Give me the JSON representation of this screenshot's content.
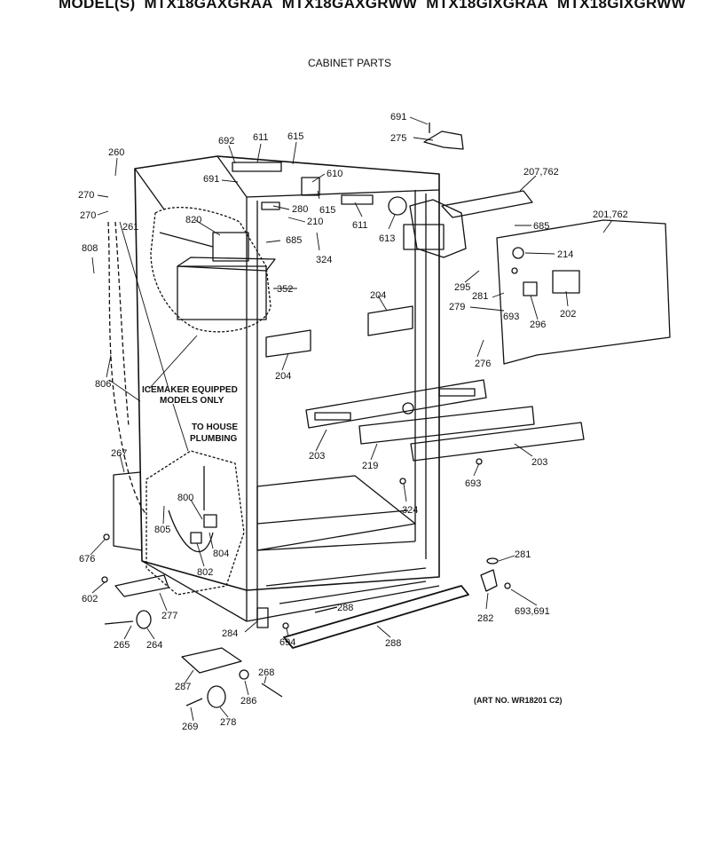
{
  "header": {
    "models_prefix": "MODEL(S)",
    "models": [
      "MTX18GAXGRAA",
      "MTX18GAXGRWW",
      "MTX18GIXGRAA",
      "MTX18GIXGRWW"
    ]
  },
  "section_title": "CABINET PARTS",
  "notes": {
    "icemaker_line1": "ICEMAKER EQUIPPED",
    "icemaker_line2": "MODELS ONLY",
    "plumbing_line1": "TO HOUSE",
    "plumbing_line2": "PLUMBING"
  },
  "art_number": "(ART NO. WR18201 C2)",
  "callouts": {
    "c691a": "691",
    "c275": "275",
    "c692": "692",
    "c611a": "611",
    "c615a": "615",
    "c260": "260",
    "c691b": "691",
    "c610": "610",
    "c207": "207,762",
    "c270a": "270",
    "c270b": "270",
    "c820": "820",
    "c280": "280",
    "c615b": "615",
    "c210": "210",
    "c611b": "611",
    "c613": "613",
    "c685a": "685",
    "c201": "201,762",
    "c261": "261",
    "c808": "808",
    "c685b": "685",
    "c324a": "324",
    "c214": "214",
    "c295": "295",
    "c352": "352",
    "c204a": "204",
    "c281a": "281",
    "c279": "279",
    "c202": "202",
    "c693a": "693",
    "c296": "296",
    "c204b": "204",
    "c276": "276",
    "c806": "806",
    "c203a": "203",
    "c219": "219",
    "c203b": "203",
    "c267": "267",
    "c693b": "693",
    "c800": "800",
    "c324b": "324",
    "c805": "805",
    "c804": "804",
    "c676": "676",
    "c802": "802",
    "c281b": "281",
    "c602": "602",
    "c288a": "288",
    "c282": "282",
    "c693c": "693,691",
    "c277": "277",
    "c284": "284",
    "c265": "265",
    "c264": "264",
    "c694": "694",
    "c288b": "288",
    "c268": "268",
    "c287": "287",
    "c286": "286",
    "c269": "269",
    "c278": "278"
  }
}
